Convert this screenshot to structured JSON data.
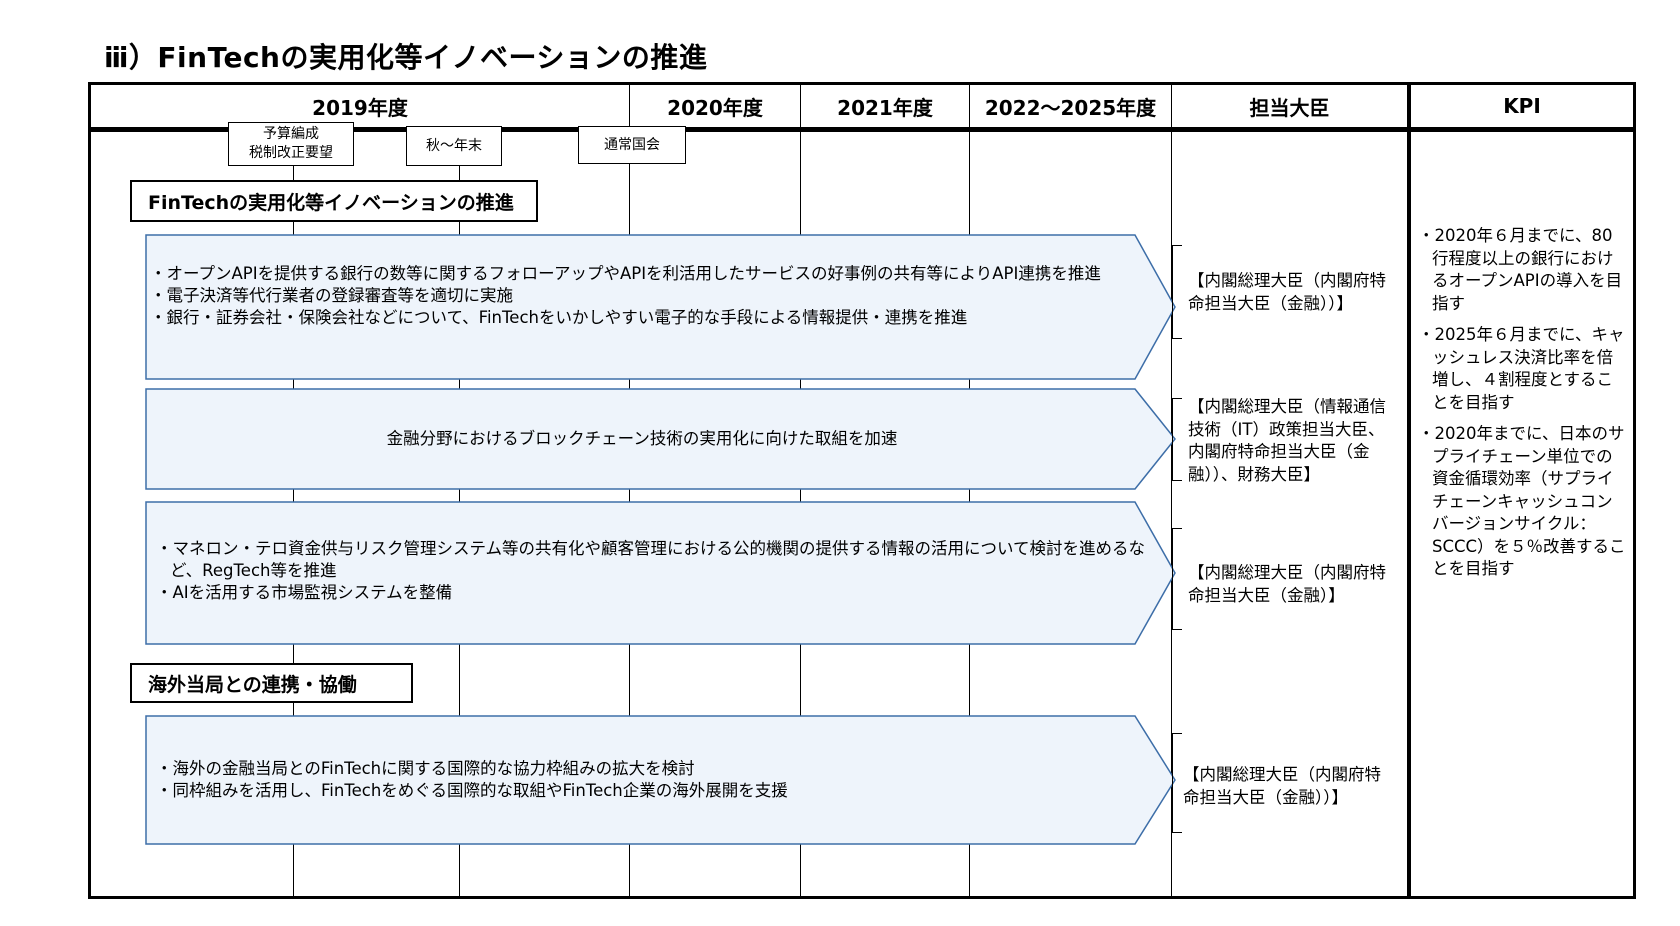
{
  "title": "ⅲ）FinTechの実用化等イノベーションの推進",
  "header": {
    "col_2019": "2019年度",
    "col_2020": "2020年度",
    "col_2021": "2021年度",
    "col_2022": "2022～2025年度",
    "col_minister": "担当大臣",
    "col_kpi": "KPI"
  },
  "milestones": {
    "budget_line1": "予算編成",
    "budget_line2": "税制改正要望",
    "autumn": "秋～年末",
    "diet": "通常国会"
  },
  "sections": {
    "fintech": "FinTechの実用化等イノベーションの推進",
    "overseas": "海外当局との連携・協働"
  },
  "arrows": {
    "a1": {
      "items": [
        "・オープンAPIを提供する銀行の数等に関するフォローアップやAPIを利活用したサービスの好事例の共有等によりAPI連携を推進",
        "・電子決済等代行業者の登録審査等を適切に実施",
        "・銀行・証券会社・保険会社などについて、FinTechをいかしやすい電子的な手段による情報提供・連携を推進"
      ]
    },
    "a2": {
      "text": "金融分野におけるブロックチェーン技術の実用化に向けた取組を加速"
    },
    "a3": {
      "items": [
        "・マネロン・テロ資金供与リスク管理システム等の共有化や顧客管理における公的機関の提供する情報の活用について検討を進めるなど、RegTech等を推進",
        "・AIを活用する市場監視システムを整備"
      ]
    },
    "a4": {
      "items": [
        "・海外の金融当局とのFinTechに関する国際的な協力枠組みの拡大を検討",
        "・同枠組みを活用し、FinTechをめぐる国際的な取組やFinTech企業の海外展開を支援"
      ]
    }
  },
  "ministers": {
    "m1": "【内閣総理大臣（内閣府特命担当大臣（金融））】",
    "m2": "【内閣総理大臣（情報通信技術（IT）政策担当大臣、内閣府特命担当大臣（金融））、財務大臣】",
    "m3": "【内閣総理大臣（内閣府特命担当大臣（金融）】",
    "m4": "【内閣総理大臣（内閣府特命担当大臣（金融））】"
  },
  "kpi": [
    "・2020年６月までに、80行程度以上の銀行におけるオープンAPIの導入を目指す",
    "・2025年６月までに、キャッシュレス決済比率を倍増し、４割程度とすることを目指す",
    "・2020年までに、日本のサプライチェーン単位での資金循環効率（サプライチェーンキャッシュコンバージョンサイクル：SCCC）を５％改善することを目指す"
  ],
  "colors": {
    "arrow_fill": "#eef4fb",
    "arrow_stroke": "#3d6ea8",
    "border": "#000000"
  }
}
